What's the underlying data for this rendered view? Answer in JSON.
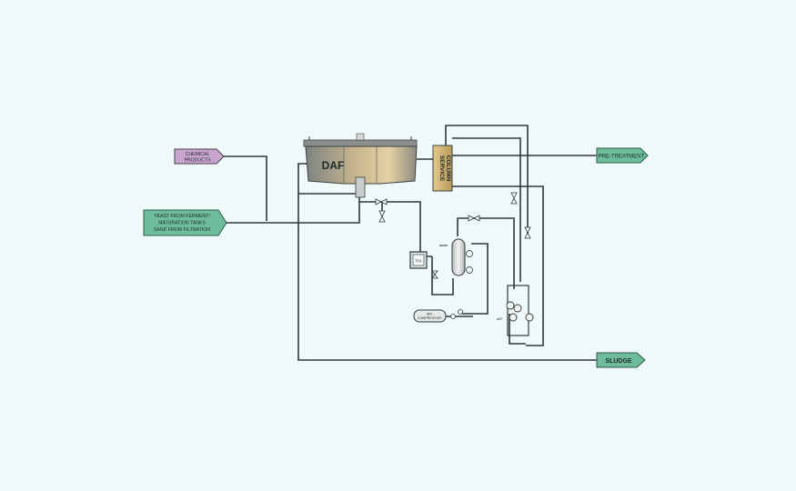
{
  "streams": {
    "chemical": [
      "CHEMICAL",
      "PRODUCTS"
    ],
    "yeast": [
      "YEAST FROM FERMENT/",
      "MATURATION TANKS",
      "SAND FROM FILTRATION"
    ],
    "pretreatment": "PRE-TREATMENT",
    "sludge": "SLUDGE"
  },
  "equipment": {
    "daf": "DAF",
    "service_column": [
      "SERVICE",
      "COLUMN"
    ],
    "tank_small": "T/A",
    "compressor": [
      "AIR",
      "COMPRESSOR"
    ],
    "pump_tag": "AIR"
  },
  "colors": {
    "chemical_fill": "#c9a5cf",
    "stream_fill": "#6dbd9c",
    "pipe": "#2e3a3a"
  }
}
